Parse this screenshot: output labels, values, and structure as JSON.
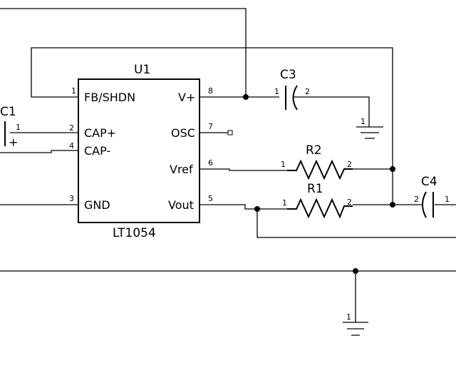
{
  "u1": {
    "ref": "U1",
    "part": "LT1054",
    "pins": {
      "fb_shdn": {
        "name": "FB/SHDN",
        "number": "1"
      },
      "cap_plus": {
        "name": "CAP+",
        "number": "2"
      },
      "cap_minus": {
        "name": "CAP-",
        "number": "4"
      },
      "gnd": {
        "name": "GND",
        "number": "3"
      },
      "vplus": {
        "name": "V+",
        "number": "8"
      },
      "osc": {
        "name": "OSC",
        "number": "7"
      },
      "vref": {
        "name": "Vref",
        "number": "6"
      },
      "vout": {
        "name": "Vout",
        "number": "5"
      }
    }
  },
  "c1": {
    "ref": "C1",
    "pin1": "1",
    "polarity": "+"
  },
  "c3": {
    "ref": "C3",
    "pin1": "1",
    "pin2": "2"
  },
  "c4": {
    "ref": "C4",
    "pin1": "1",
    "pin2": "2"
  },
  "r1": {
    "ref": "R1",
    "pin1": "1",
    "pin2": "2"
  },
  "r2": {
    "ref": "R2",
    "pin1": "1",
    "pin2": "2"
  },
  "gnd1": {
    "pin": "1"
  },
  "gnd2": {
    "pin": "1"
  }
}
